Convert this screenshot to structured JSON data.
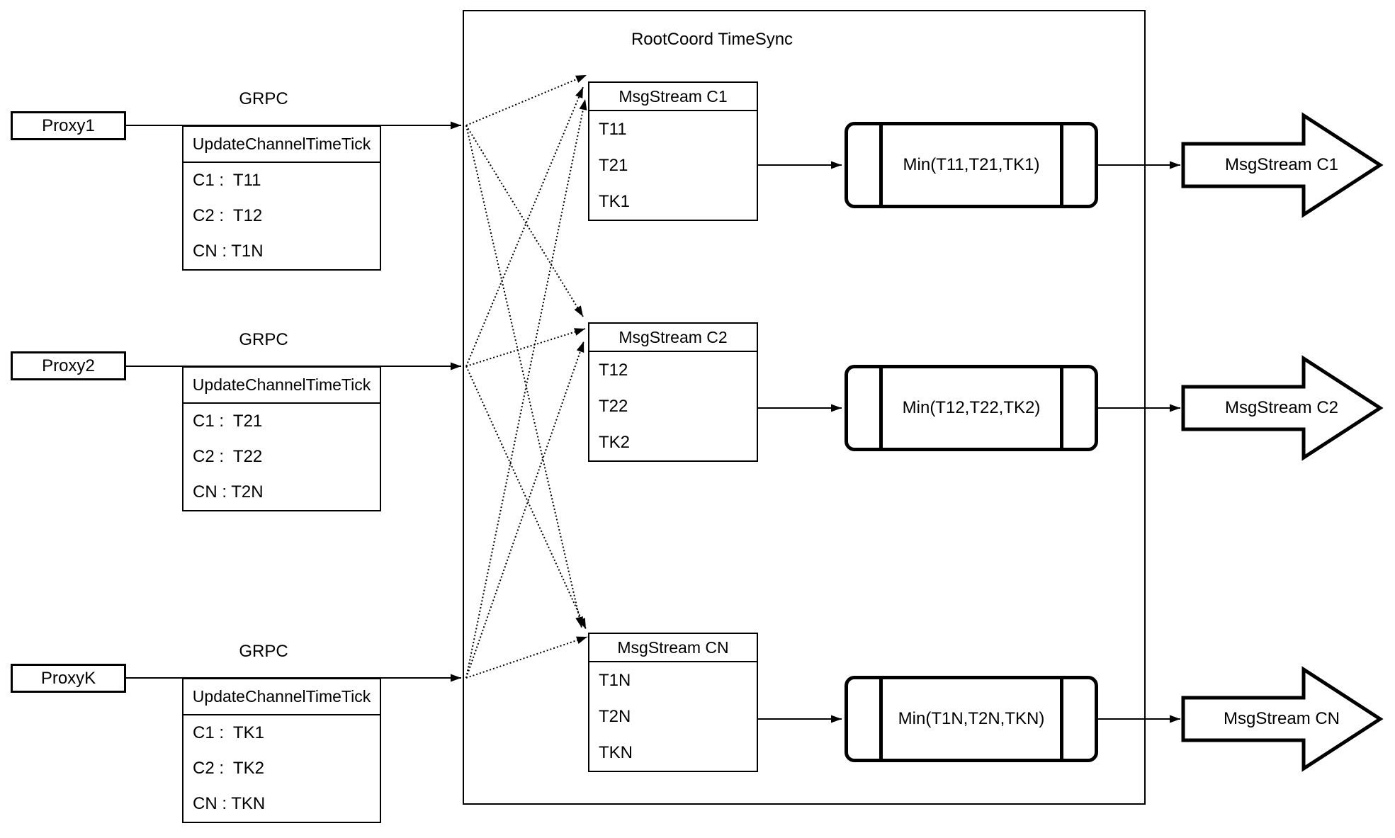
{
  "diagram": {
    "rootcoord_title": "RootCoord TimeSync",
    "proxies": [
      {
        "name": "Proxy1",
        "grpc": "GRPC",
        "header": "UpdateChannelTimeTick",
        "rows": [
          "C1 :  T11",
          "C2 :  T12",
          "CN : T1N"
        ]
      },
      {
        "name": "Proxy2",
        "grpc": "GRPC",
        "header": "UpdateChannelTimeTick",
        "rows": [
          "C1 :  T21",
          "C2 :  T22",
          "CN : T2N"
        ]
      },
      {
        "name": "ProxyK",
        "grpc": "GRPC",
        "header": "UpdateChannelTimeTick",
        "rows": [
          "C1 :  TK1",
          "C2 :  TK2",
          "CN : TKN"
        ]
      }
    ],
    "streams": [
      {
        "header": "MsgStream C1",
        "rows": [
          "T11",
          "T21",
          "TK1"
        ],
        "min": "Min(T11,T21,TK1)",
        "output": "MsgStream C1"
      },
      {
        "header": "MsgStream C2",
        "rows": [
          "T12",
          "T22",
          "TK2"
        ],
        "min": "Min(T12,T22,TK2)",
        "output": "MsgStream C2"
      },
      {
        "header": "MsgStream CN",
        "rows": [
          "T1N",
          "T2N",
          "TKN"
        ],
        "min": "Min(T1N,T2N,TKN)",
        "output": "MsgStream CN"
      }
    ],
    "colors": {
      "stroke": "#000000",
      "fill": "#ffffff"
    }
  }
}
